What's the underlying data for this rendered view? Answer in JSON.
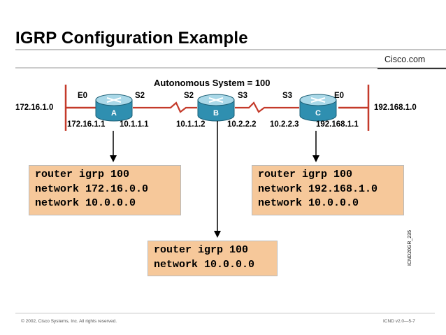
{
  "slide": {
    "title": "IGRP Configuration Example",
    "brand": "Cisco.com",
    "autonomous_system_label": "Autonomous System = 100",
    "footer_copyright": "© 2002, Cisco Systems, Inc. All rights reserved.",
    "footer_page": "ICND v2.0—5-7",
    "watermark": "ICND20GR_235"
  },
  "network": {
    "left_network": "172.16.1.0",
    "right_network": "192.168.1.0",
    "routers": [
      {
        "name": "A",
        "left_if": "E0",
        "right_if": "S2",
        "left_ip": "172.16.1.1",
        "right_ip": "10.1.1.1"
      },
      {
        "name": "B",
        "left_if": "S2",
        "right_if": "S3",
        "left_ip": "10.1.1.2",
        "right_ip": "10.2.2.2"
      },
      {
        "name": "C",
        "left_if": "S3",
        "right_if": "E0",
        "left_ip": "10.2.2.3",
        "right_ip": "192.168.1.1"
      }
    ]
  },
  "configs": {
    "router_a": [
      "router igrp 100",
      "network 172.16.0.0",
      "network 10.0.0.0"
    ],
    "router_c": [
      "router igrp 100",
      "network 192.168.1.0",
      "network 10.0.0.0"
    ],
    "router_b": [
      "router igrp 100",
      "network 10.0.0.0"
    ]
  },
  "colors": {
    "router_body": "#2f8fb0",
    "router_top": "#a9d8e8",
    "config_box": "#f6c89a",
    "link_line": "#c43a2a"
  }
}
